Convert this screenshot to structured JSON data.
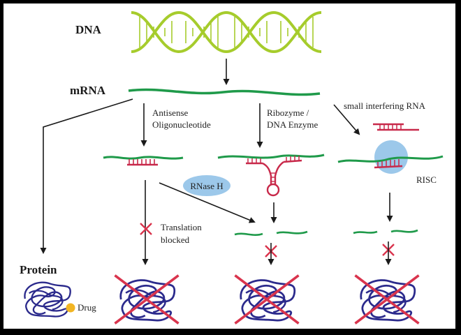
{
  "labels": {
    "dna": "DNA",
    "mrna": "mRNA",
    "protein": "Protein",
    "drug": "Drug",
    "antisense_line1": "Antisense",
    "antisense_line2": "Oligonucleotide",
    "ribozyme_line1": "Ribozyme /",
    "ribozyme_line2": "DNA Enzyme",
    "sirna": "small interfering RNA",
    "rnase_h": "RNase H",
    "risc": "RISC",
    "translation_line1": "Translation",
    "translation_line2": "blocked"
  },
  "colors": {
    "dna_helix": "#a6cc2c",
    "mrna_strand": "#1f9a4a",
    "oligo": "#c8294a",
    "protein": "#2b2a8c",
    "cross": "#d9344d",
    "enzyme_blob": "#9cc8ea",
    "drug_dot": "#f2b523",
    "arrow": "#1a1a1a"
  },
  "icons": {
    "inhibition_mark": "red-x-icon",
    "protein_blob": "tangled-protein-icon"
  }
}
